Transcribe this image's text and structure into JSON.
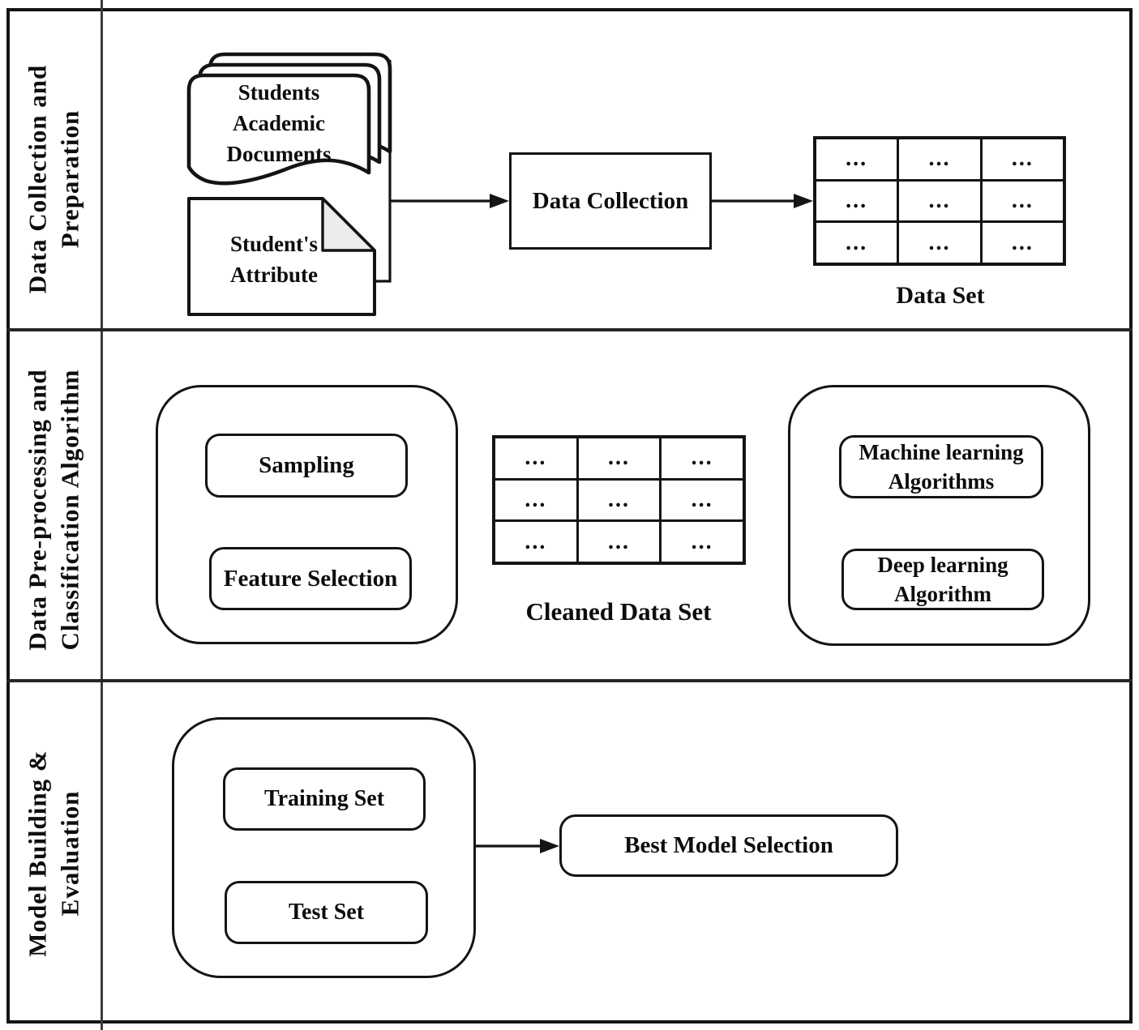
{
  "figure": {
    "rows": [
      {
        "label": [
          "Data Collection and",
          "Preparation"
        ]
      },
      {
        "label": [
          "Data Pre-processing and",
          "Classification Algorithm"
        ]
      },
      {
        "label": [
          "Model Building &",
          "Evaluation"
        ]
      }
    ]
  },
  "row1": {
    "stack_doc_lines": [
      "Students",
      "Academic",
      "Documents"
    ],
    "attribute_doc_lines": [
      "Student's",
      "Attribute"
    ],
    "process_box": "Data Collection",
    "dataset": {
      "cell": "...",
      "label": "Data Set"
    }
  },
  "row2": {
    "sampling_box": "Sampling",
    "feature_box": "Feature Selection",
    "dataset": {
      "cell": "...",
      "label": "Cleaned Data Set"
    },
    "ml_box_lines": [
      "Machine learning",
      "Algorithms"
    ],
    "dl_box_lines": [
      "Deep learning",
      "Algorithm"
    ]
  },
  "row3": {
    "training_box": "Training Set",
    "test_box": "Test Set",
    "best_box": "Best Model Selection"
  },
  "colors": {
    "stroke": "#141414",
    "fold_fill": "#ececec",
    "divider": "#3c3c3c"
  }
}
